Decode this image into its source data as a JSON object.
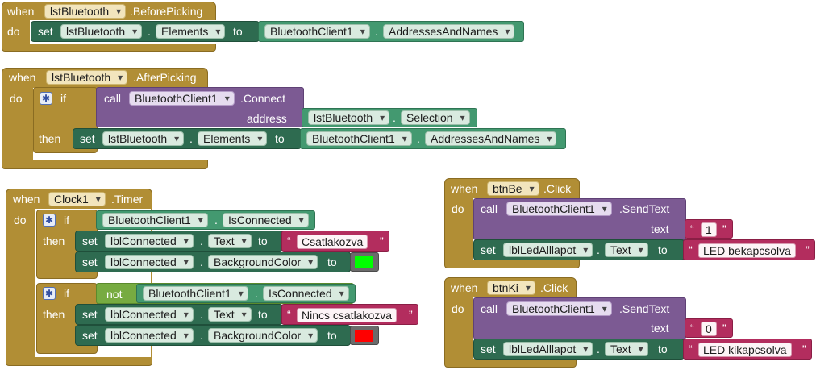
{
  "kw": {
    "when": "when",
    "do": "do",
    "set": "set",
    "to": "to",
    "call": "call",
    "if": "if",
    "then": "then",
    "not": "not",
    "address": "address",
    "text": "text",
    "dot": ".",
    "lq": "“",
    "rq": "”"
  },
  "ev1": {
    "component": "lstBluetooth",
    "event": ".BeforePicking",
    "set_comp": "lstBluetooth",
    "set_prop": "Elements",
    "src_comp": "BluetoothClient1",
    "src_prop": "AddressesAndNames"
  },
  "ev2": {
    "component": "lstBluetooth",
    "event": ".AfterPicking",
    "call_comp": "BluetoothClient1",
    "call_method": ".Connect",
    "addr_comp": "lstBluetooth",
    "addr_prop": "Selection",
    "set_comp": "lstBluetooth",
    "set_prop": "Elements",
    "src_comp": "BluetoothClient1",
    "src_prop": "AddressesAndNames"
  },
  "ev3": {
    "component": "Clock1",
    "event": ".Timer",
    "if1_comp": "BluetoothClient1",
    "if1_prop": "IsConnected",
    "set1_comp": "lblConnected",
    "set1_prop": "Text",
    "set1_text": "Csatlakozva",
    "set2_comp": "lblConnected",
    "set2_prop": "BackgroundColor",
    "color_green": "#00ff00",
    "if2_comp": "BluetoothClient1",
    "if2_prop": "IsConnected",
    "set3_comp": "lblConnected",
    "set3_prop": "Text",
    "set3_text": "Nincs csatlakozva",
    "set4_comp": "lblConnected",
    "set4_prop": "BackgroundColor",
    "color_red": "#ff0000"
  },
  "ev4": {
    "component": "btnBe",
    "event": ".Click",
    "call_comp": "BluetoothClient1",
    "call_method": ".SendText",
    "text_val": "1",
    "set_comp": "lblLedAlllapot",
    "set_prop": "Text",
    "set_text": "LED bekapcsolva"
  },
  "ev5": {
    "component": "btnKi",
    "event": ".Click",
    "call_comp": "BluetoothClient1",
    "call_method": ".SendText",
    "text_val": "0",
    "set_comp": "lblLedAlllapot",
    "set_prop": "Text",
    "set_text": "LED kikapcsolva"
  },
  "icons": {
    "mutator": "gear-icon"
  }
}
